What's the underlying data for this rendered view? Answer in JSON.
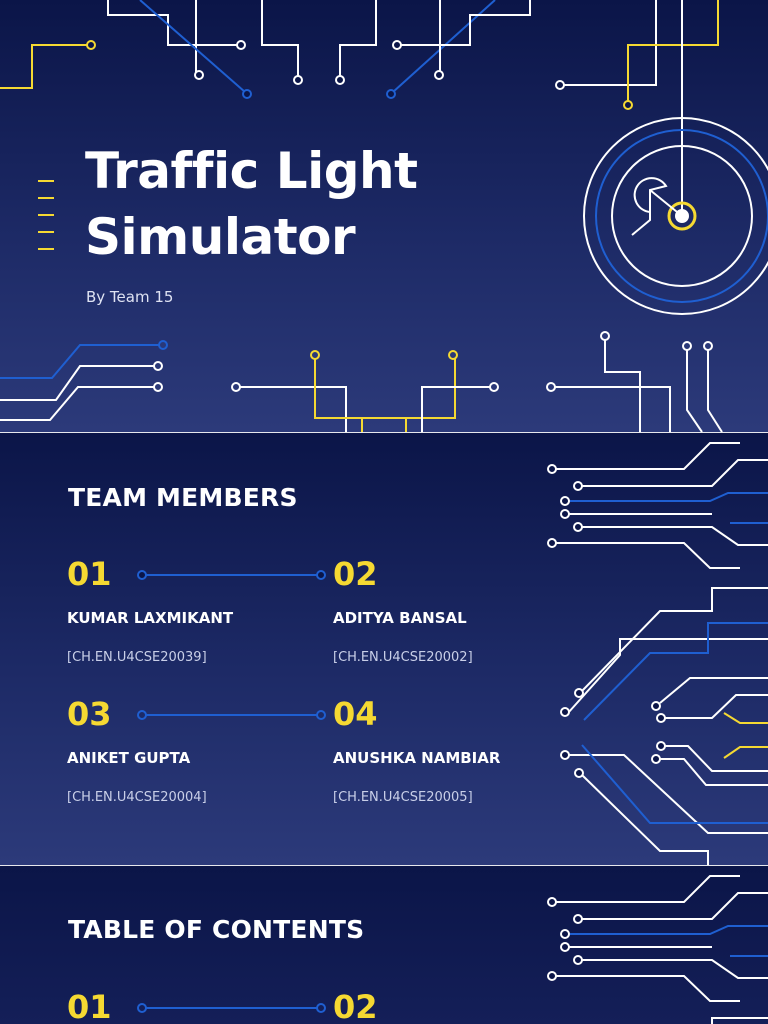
{
  "title_slide": {
    "title_line1": "Traffic Light",
    "title_line2": "Simulator",
    "byline": "By Team 15"
  },
  "team_slide": {
    "heading": "TEAM MEMBERS",
    "members": [
      {
        "number": "01",
        "name": "KUMAR LAXMIKANT",
        "id": "[CH.EN.U4CSE20039]"
      },
      {
        "number": "02",
        "name": "ADITYA BANSAL",
        "id": "[CH.EN.U4CSE20002]"
      },
      {
        "number": "03",
        "name": "ANIKET GUPTA",
        "id": "[CH.EN.U4CSE20004]"
      },
      {
        "number": "04",
        "name": "ANUSHKA NAMBIAR",
        "id": "[CH.EN.U4CSE20005]"
      }
    ]
  },
  "toc_slide": {
    "heading": "TABLE OF CONTENTS",
    "numbers": [
      "01",
      "02"
    ]
  },
  "colors": {
    "accent_yellow": "#f5d932",
    "accent_blue": "#1f5fd1",
    "background_navy": "#101a4d",
    "text_white": "#ffffff"
  },
  "icons": [
    "circuit-lines",
    "clock-target-icon"
  ]
}
